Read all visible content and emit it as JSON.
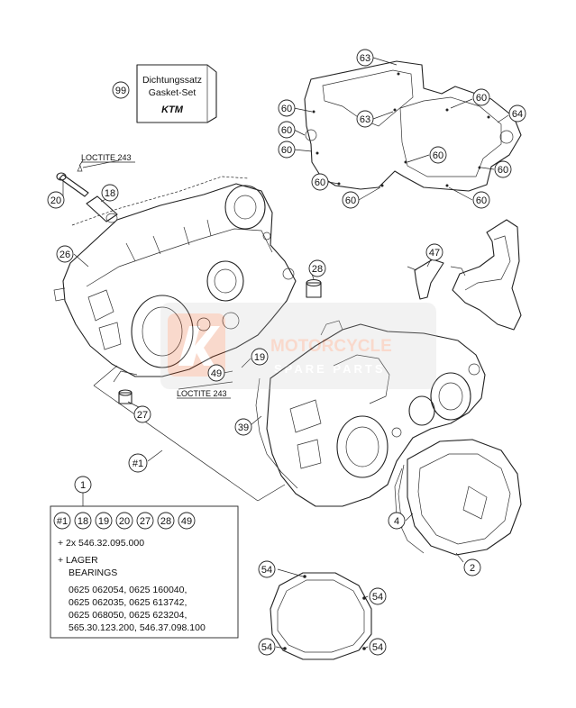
{
  "gasket_set": {
    "number": "99",
    "line1": "Dichtungssatz",
    "line2": "Gasket-Set",
    "logo_text": "KTM"
  },
  "loctite_labels": [
    "LOCTITE 243",
    "LOCTITE 243"
  ],
  "callouts": [
    "63",
    "63",
    "60",
    "60",
    "60",
    "60",
    "60",
    "60",
    "60",
    "60",
    "64",
    "60",
    "20",
    "18",
    "26",
    "28",
    "47",
    "19",
    "49",
    "27",
    "39",
    "#1",
    "4",
    "2",
    "54",
    "54",
    "54",
    "54",
    "1"
  ],
  "kit_box": {
    "badges": [
      "#1",
      "18",
      "19",
      "20",
      "27",
      "28",
      "49"
    ],
    "line_screws": "+ 2x 546.32.095.000",
    "line_lager": "+ LAGER",
    "line_bearings": "BEARINGS",
    "parts_lines": [
      "0625 062054, 0625 160040,",
      "0625 062035, 0625 613742,",
      "0625 068050, 0625 623204,",
      "565.30.123.200, 546.37.098.100"
    ]
  },
  "watermark": {
    "line1": "MOTORCYCLE",
    "line2": "SPARE PARTS",
    "color": "#e8571e"
  }
}
